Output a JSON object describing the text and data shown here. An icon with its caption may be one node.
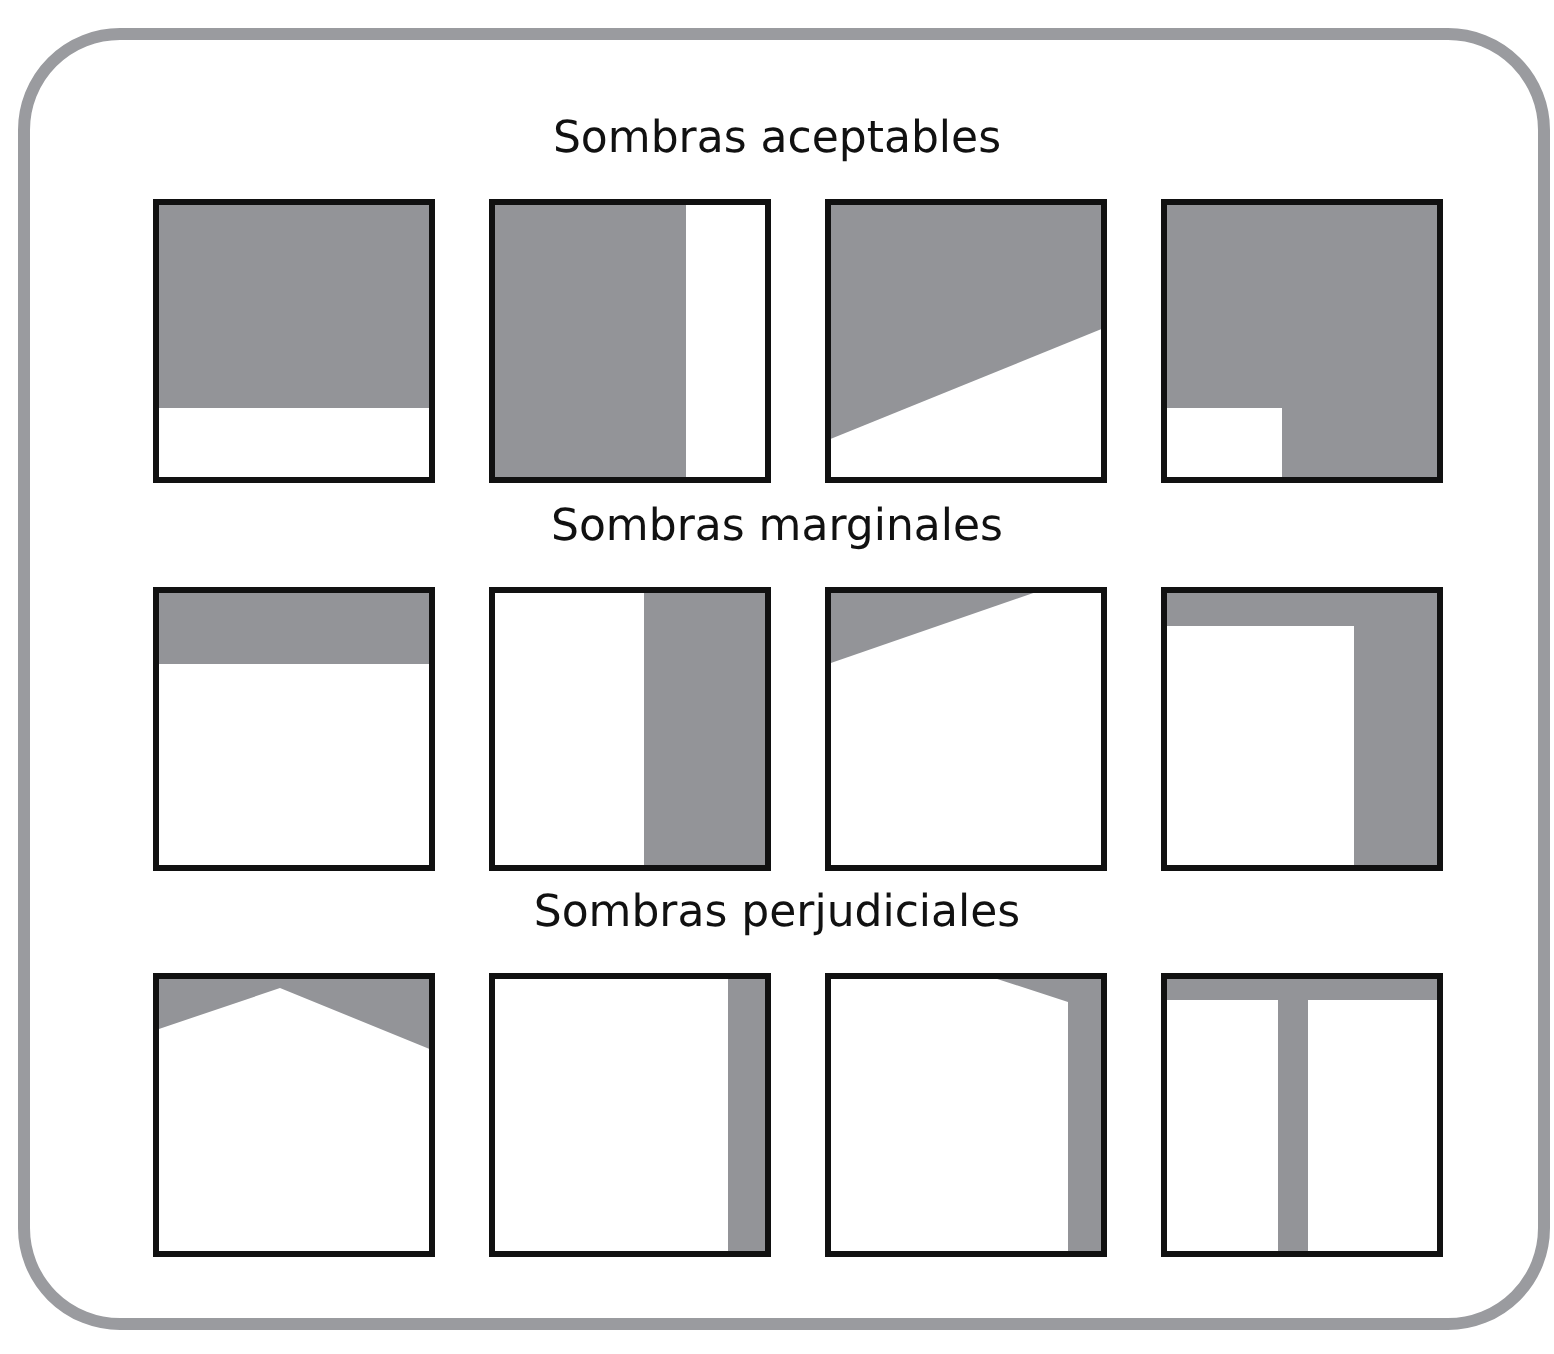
{
  "diagram": {
    "labels": [
      "Sombras aceptables",
      "Sombras marginales",
      "Sombras perjudiciales"
    ]
  }
}
